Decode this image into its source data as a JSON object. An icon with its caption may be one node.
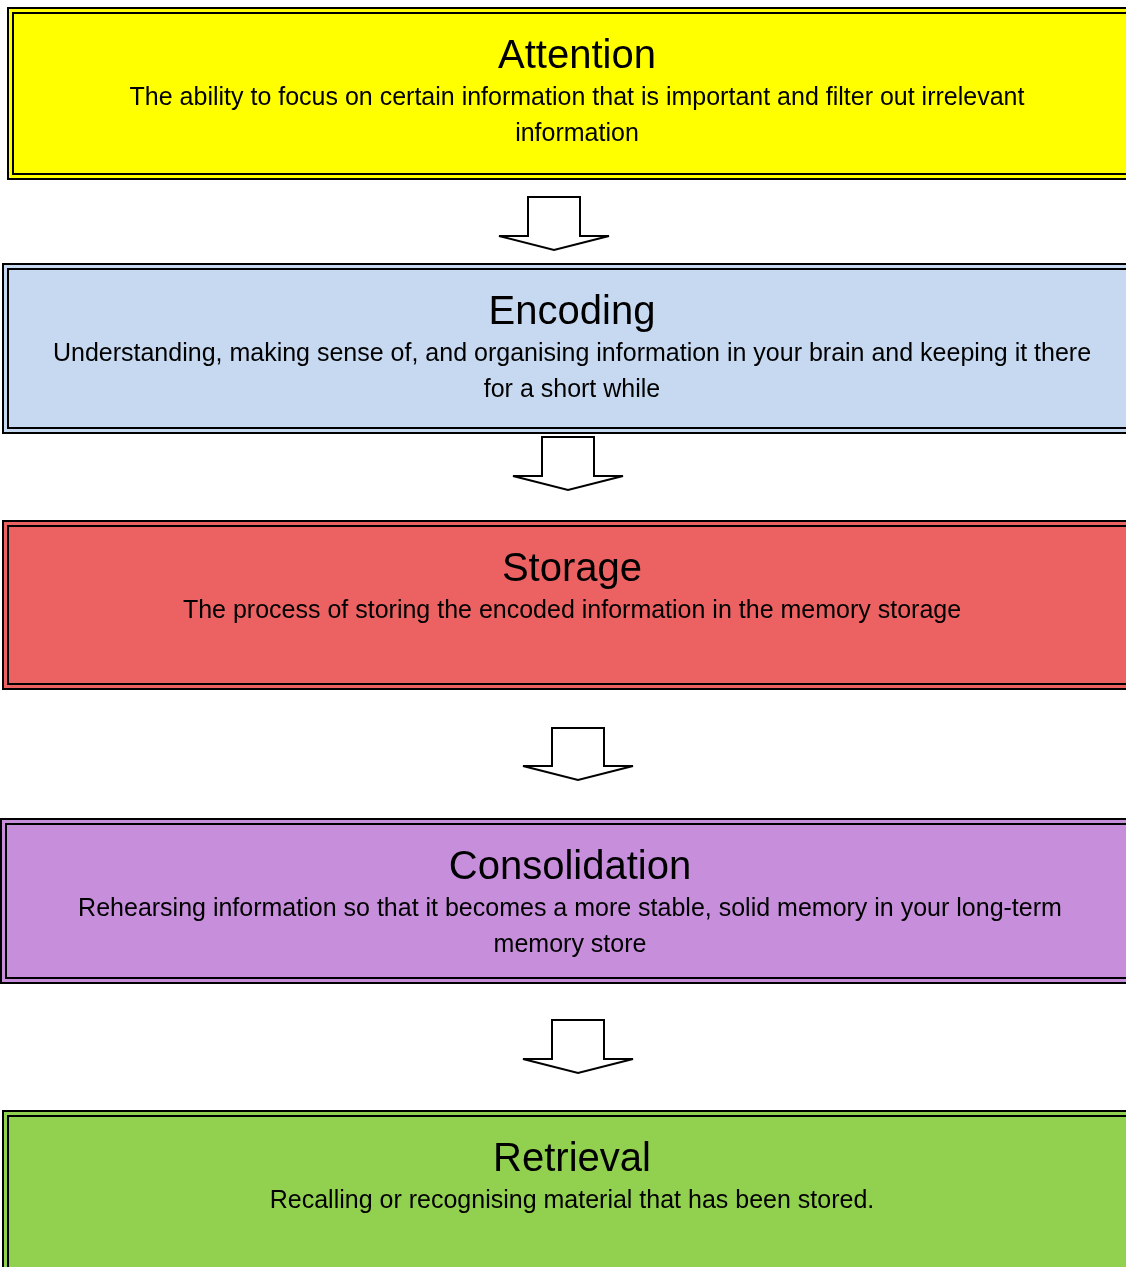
{
  "diagram": {
    "nodes": [
      {
        "text": [
          "Attention",
          "The ability to focus on certain information that is important and filter out irrelevant information"
        ]
      },
      {
        "text": [
          "Encoding",
          "Understanding, making sense of, and organising information in your brain and keeping it there for a short while"
        ]
      },
      {
        "text": [
          "Storage",
          "The process of storing the encoded information in the memory storage"
        ]
      },
      {
        "text": [
          "Consolidation",
          "Rehearsing information so that it becomes a more stable, solid memory in your long-term memory store"
        ]
      },
      {
        "text": [
          "Retrieval",
          "Recalling or recognising material that has been stored."
        ]
      }
    ],
    "edges": [
      {
        "from": 0,
        "to": 1,
        "arrow": "to"
      },
      {
        "from": 1,
        "to": 2,
        "arrow": "to"
      },
      {
        "from": 2,
        "to": 3,
        "arrow": "to"
      },
      {
        "from": 3,
        "to": 4,
        "arrow": "to"
      }
    ]
  }
}
